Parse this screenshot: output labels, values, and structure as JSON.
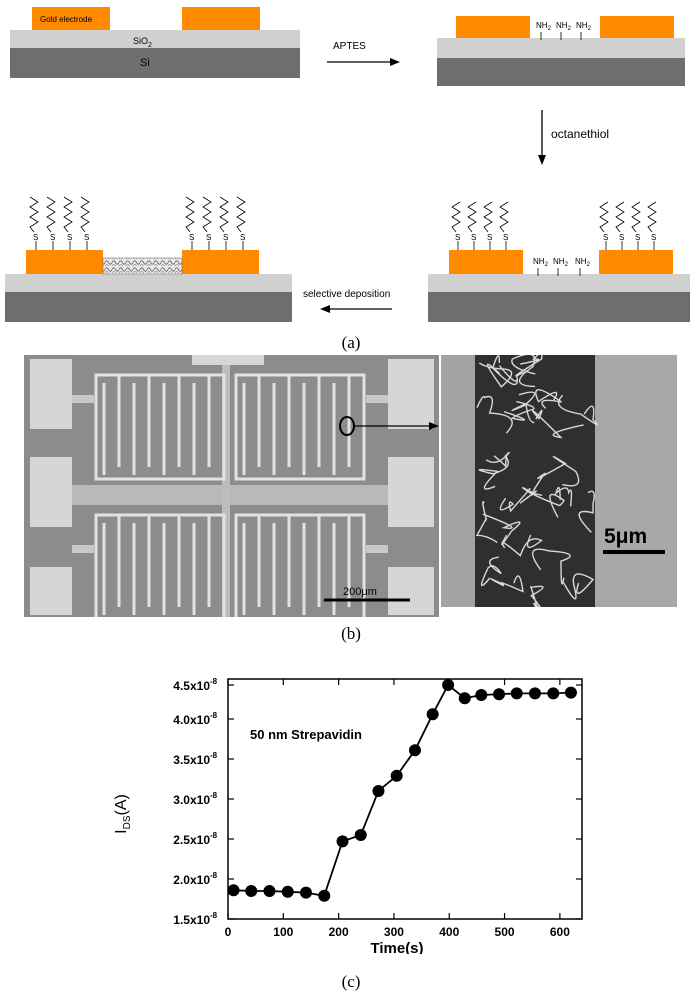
{
  "panel_a": {
    "gold_electrode": "Gold electrode",
    "sio2": "SiO",
    "sio2_sub": "2",
    "si": "Si",
    "step_aptes": "APTES",
    "step_octanethiol": "octanethiol",
    "step_selective": "selective deposition",
    "amine": "NH",
    "amine_sub": "2",
    "thiol": "S",
    "caption": "(a)"
  },
  "panel_b": {
    "scale_large": "200μm",
    "scale_small": "5μm",
    "caption": "(b)"
  },
  "panel_c": {
    "caption": "(c)",
    "annotation": "50 nm Strepavidin",
    "chart_data": {
      "type": "line",
      "xlabel": "Time(s)",
      "ylabel": "IDS(A)",
      "xlim": [
        0,
        640
      ],
      "ylim": [
        1.5e-08,
        4.5e-08
      ],
      "x_ticks": [
        0,
        100,
        200,
        300,
        400,
        500,
        600
      ],
      "y_ticks": [
        1.5e-08,
        2e-08,
        2.5e-08,
        3e-08,
        3.5e-08,
        4e-08,
        4.5e-08
      ],
      "y_tick_labels": [
        "1.5x10",
        "2.0x10",
        "2.5x10",
        "3.0x10",
        "3.5x10",
        "4.0x10",
        "4.5x10"
      ],
      "y_tick_exponent": "-8",
      "series": [
        {
          "x": [
            10,
            42,
            75,
            108,
            141,
            174,
            207,
            240,
            272,
            305,
            338,
            370,
            398,
            428,
            458,
            490,
            522,
            555,
            588,
            620
          ],
          "y": [
            1.86e-08,
            1.85e-08,
            1.85e-08,
            1.84e-08,
            1.83e-08,
            1.79e-08,
            2.47e-08,
            2.55e-08,
            3.1e-08,
            3.29e-08,
            3.61e-08,
            4.06e-08,
            4.5e-08,
            4.26e-08,
            4.3e-08,
            4.31e-08,
            4.32e-08,
            4.32e-08,
            4.32e-08,
            4.33e-08
          ]
        }
      ]
    }
  }
}
